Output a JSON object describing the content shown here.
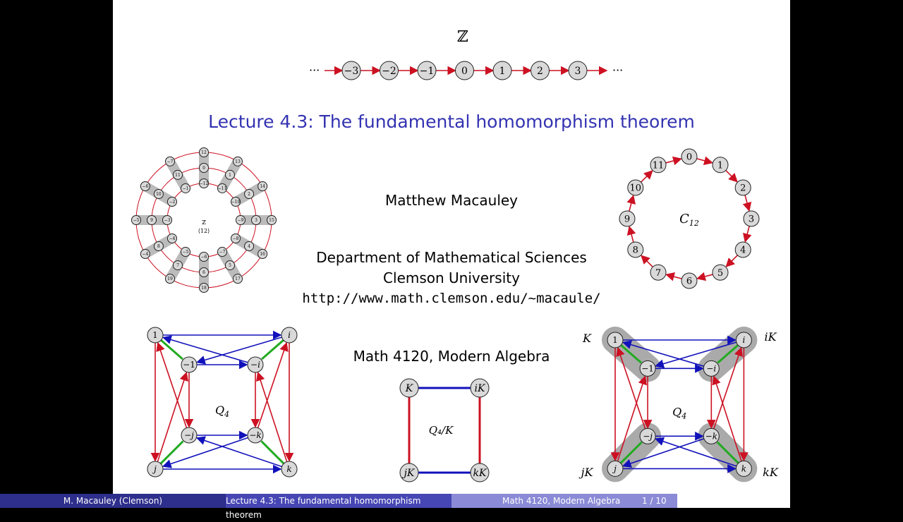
{
  "slide": {
    "top_label": "ℤ",
    "z_nodes": [
      "−3",
      "−2",
      "−1",
      "0",
      "1",
      "2",
      "3"
    ],
    "ellipsis": "···",
    "title": "Lecture 4.3: The fundamental homomorphism theorem",
    "author": "Matthew Macauley",
    "department": "Department of Mathematical Sciences",
    "university": "Clemson University",
    "url": "http://www.math.clemson.edu/~macaule/",
    "course": "Math 4120, Modern Algebra",
    "c12_label": "C",
    "c12_sub": "12",
    "c12_nodes": [
      "0",
      "1",
      "2",
      "3",
      "4",
      "5",
      "6",
      "7",
      "8",
      "9",
      "10",
      "11"
    ],
    "quotient_top": "ℤ",
    "quotient_bottom": "⟨12⟩",
    "quotient_nodes": [
      "0",
      "1",
      "2",
      "3",
      "4",
      "5",
      "6",
      "7",
      "8",
      "9",
      "10",
      "11",
      "12",
      "13",
      "14",
      "15",
      "16",
      "17",
      "18",
      "19",
      "−1",
      "−2",
      "−3",
      "−4",
      "−5",
      "−6",
      "−7",
      "−8",
      "−9",
      "−10",
      "−11",
      "−12",
      "−13",
      "−14",
      "−15",
      "−16"
    ],
    "q4_label": "Q",
    "q4_sub": "4",
    "q4_nodes": [
      "1",
      "i",
      "−1",
      "−i",
      "−j",
      "−k",
      "j",
      "k"
    ],
    "quot_label": "Q₄/K",
    "quot_nodes": [
      "K",
      "iK",
      "jK",
      "kK"
    ],
    "coset_labels": [
      "K",
      "iK",
      "jK",
      "kK"
    ]
  },
  "footer": {
    "author": "M. Macauley  (Clemson)",
    "title": "Lecture 4.3: The fundamental homomorphism theorem",
    "course": "Math 4120, Modern Algebra",
    "page": "1 / 10"
  },
  "colors": {
    "title": "#3333b2",
    "red": "#cc1122",
    "blue": "#1111bb",
    "green": "#22aa22",
    "node": "#d9d9d9"
  }
}
